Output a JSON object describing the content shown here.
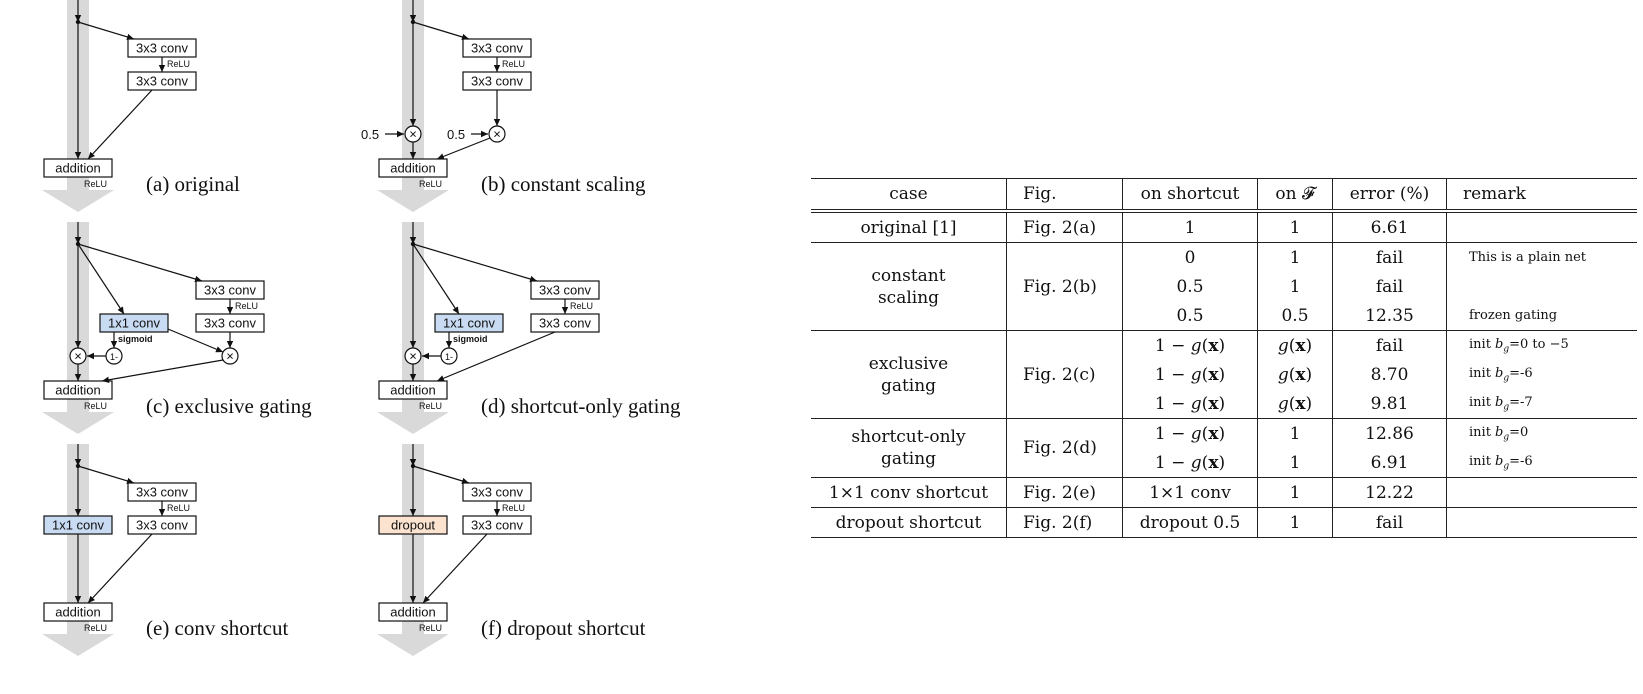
{
  "diagrams": {
    "conv": "3x3 conv",
    "relu": "ReLU",
    "addition": "addition",
    "gate_conv": "1x1 conv",
    "sigmoid": "sigmoid",
    "one_minus": "1-",
    "scale": "0.5",
    "shortcut_conv": "1x1 conv",
    "dropout": "dropout",
    "multiply_symbol": "×",
    "captions": {
      "a": "(a) original",
      "b": "(b) constant scaling",
      "c": "(c) exclusive gating",
      "d": "(d) shortcut-only gating",
      "e": "(e) conv shortcut",
      "f": "(f) dropout shortcut"
    },
    "colors": {
      "gate_box": "#c9dbf2",
      "dropout_box": "#fbe3d0",
      "band": "#d9d9d9"
    }
  },
  "table": {
    "headers": [
      "case",
      "Fig.",
      "on shortcut",
      "on 𝓕",
      "error (%)",
      "remark"
    ],
    "groups": [
      {
        "case": "original [1]",
        "fig": "Fig. 2(a)",
        "rows": [
          {
            "shortcut": "1",
            "f": "1",
            "error": "6.61",
            "remark": ""
          }
        ]
      },
      {
        "case": "constant scaling",
        "fig": "Fig. 2(b)",
        "rows": [
          {
            "shortcut": "0",
            "f": "1",
            "error": "fail",
            "remark": "This is a plain net"
          },
          {
            "shortcut": "0.5",
            "f": "1",
            "error": "fail",
            "remark": ""
          },
          {
            "shortcut": "0.5",
            "f": "0.5",
            "error": "12.35",
            "remark": "frozen gating"
          }
        ]
      },
      {
        "case": "exclusive gating",
        "fig": "Fig. 2(c)",
        "rows": [
          {
            "shortcut": "1 − g(x)",
            "f": "g(x)",
            "error": "fail",
            "remark": "init b_g=0 to −5"
          },
          {
            "shortcut": "1 − g(x)",
            "f": "g(x)",
            "error": "8.70",
            "remark": "init b_g=-6"
          },
          {
            "shortcut": "1 − g(x)",
            "f": "g(x)",
            "error": "9.81",
            "remark": "init b_g=-7"
          }
        ]
      },
      {
        "case": "shortcut-only gating",
        "fig": "Fig. 2(d)",
        "rows": [
          {
            "shortcut": "1 − g(x)",
            "f": "1",
            "error": "12.86",
            "remark": "init b_g=0"
          },
          {
            "shortcut": "1 − g(x)",
            "f": "1",
            "error": "6.91",
            "remark": "init b_g=-6"
          }
        ]
      },
      {
        "case": "1×1 conv shortcut",
        "fig": "Fig. 2(e)",
        "rows": [
          {
            "shortcut": "1×1 conv",
            "f": "1",
            "error": "12.22",
            "remark": ""
          }
        ]
      },
      {
        "case": "dropout shortcut",
        "fig": "Fig. 2(f)",
        "rows": [
          {
            "shortcut": "dropout 0.5",
            "f": "1",
            "error": "fail",
            "remark": ""
          }
        ]
      }
    ]
  }
}
